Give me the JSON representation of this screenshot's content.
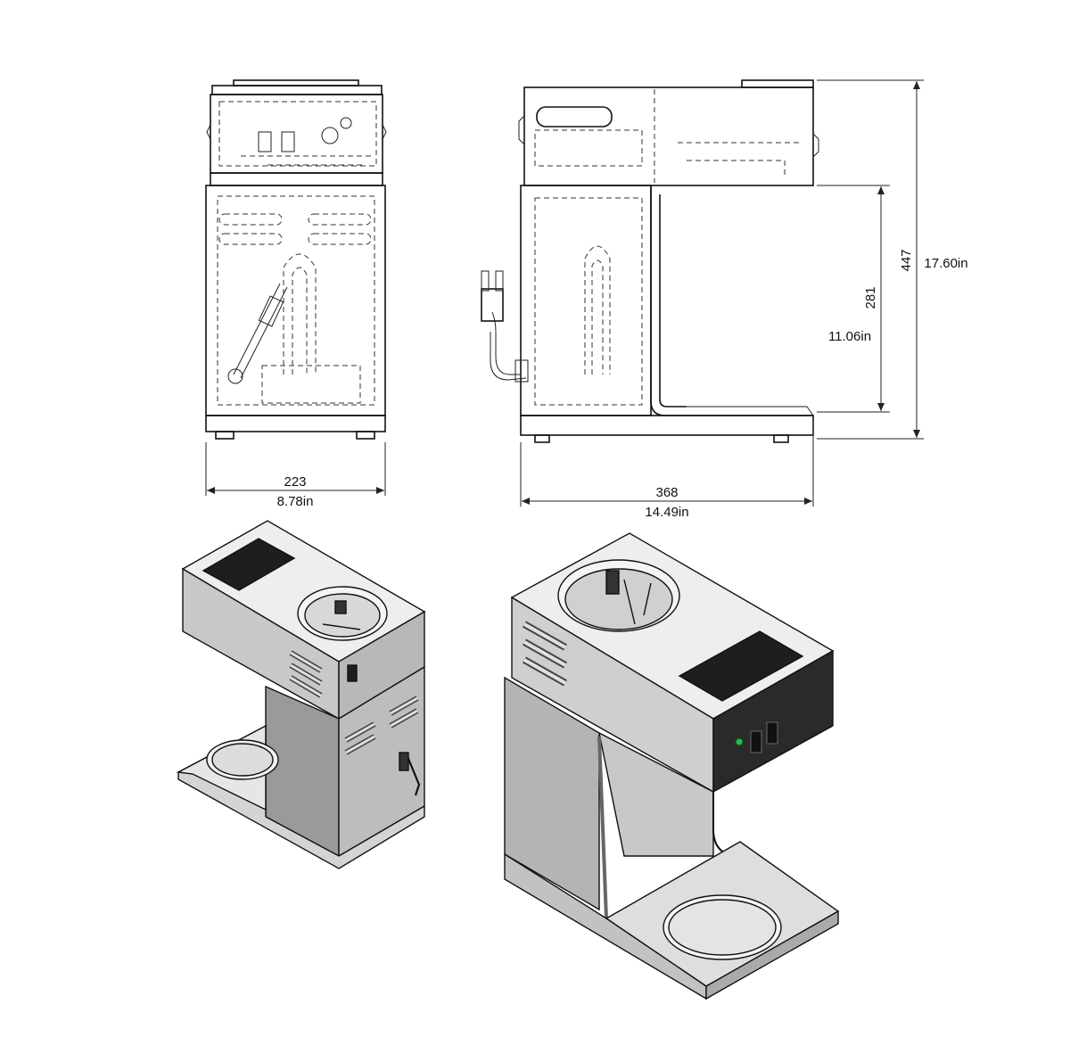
{
  "dimensions": {
    "front_width_mm": "223",
    "front_width_in": "8.78in",
    "side_depth_mm": "368",
    "side_depth_in": "14.49in",
    "total_height_mm": "447",
    "total_height_in": "17.60in",
    "clearance_height_mm": "281",
    "clearance_height_in": "11.06in"
  },
  "colors": {
    "line": "#111111",
    "metal_light": "#eeeeee",
    "metal_mid": "#c8c8c8",
    "metal_dark": "#9a9a9a",
    "panel_black": "#1e1e1e",
    "indicator_green": "#2fb84a"
  }
}
